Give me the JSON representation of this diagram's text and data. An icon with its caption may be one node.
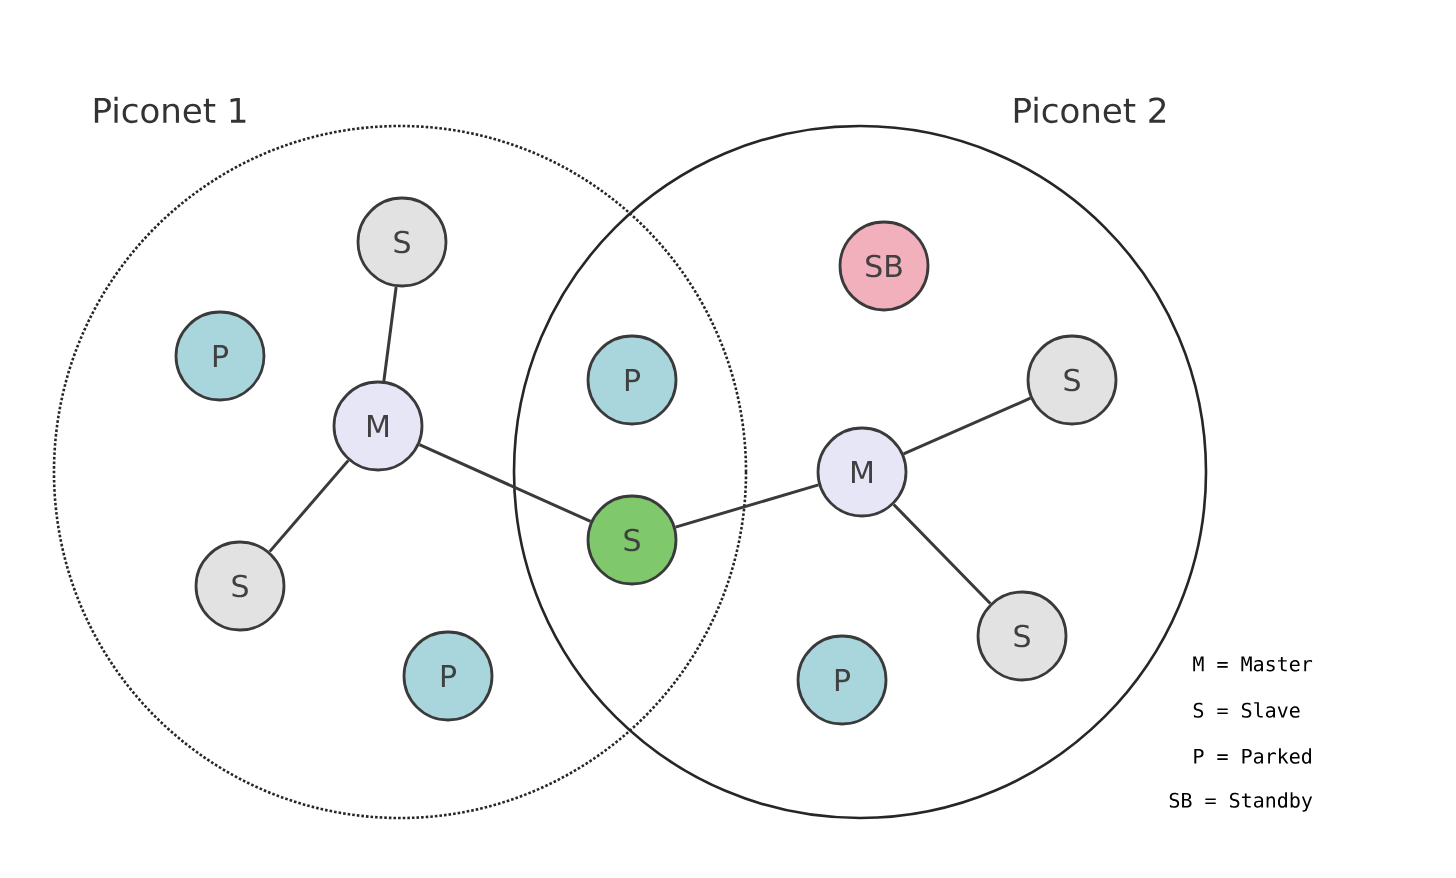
{
  "diagram": {
    "nodes": [
      {
        "text": [
          "Piconet 1"
        ]
      },
      {
        "text": [
          "Piconet 2"
        ]
      },
      {
        "text": [
          "S"
        ],
        "in": 0
      },
      {
        "text": [
          "SB"
        ],
        "in": 1
      },
      {
        "text": [
          "P"
        ],
        "in": 0
      },
      {
        "text": [
          "P"
        ]
      },
      {
        "text": [
          "S"
        ],
        "in": 1
      },
      {
        "text": [
          "M"
        ],
        "in": 0
      },
      {
        "text": [
          "M"
        ],
        "in": 1
      },
      {
        "text": [
          "S"
        ]
      },
      {
        "text": [
          "S"
        ],
        "in": 0
      },
      {
        "text": [
          "S"
        ],
        "in": 1
      },
      {
        "text": [
          "P"
        ],
        "in": 0
      },
      {
        "text": [
          "P"
        ],
        "in": 1
      }
    ],
    "edges": [
      {
        "from": 7,
        "to": 2,
        "arrow": "none"
      },
      {
        "from": 7,
        "to": 10,
        "arrow": "none"
      },
      {
        "from": 7,
        "to": 9,
        "arrow": "none"
      },
      {
        "from": 9,
        "to": 8,
        "arrow": "none"
      },
      {
        "from": 8,
        "to": 6,
        "arrow": "none"
      },
      {
        "from": 8,
        "to": 11,
        "arrow": "none"
      }
    ],
    "labels": [
      "M = Master",
      "S = Slave",
      "P = Parked",
      "SB = Standby"
    ]
  }
}
